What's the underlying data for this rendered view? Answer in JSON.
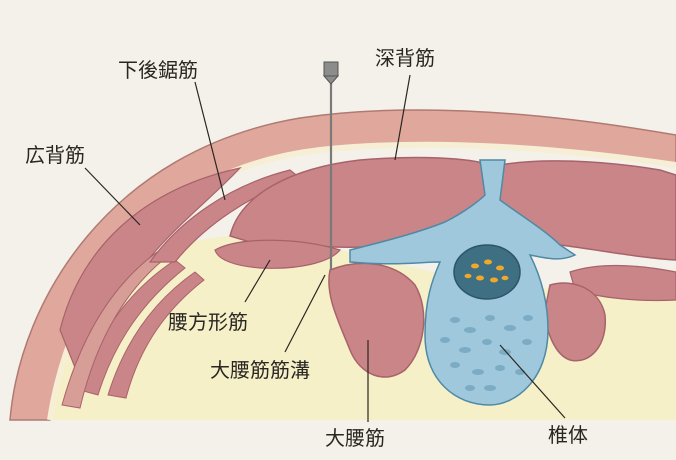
{
  "diagram": {
    "labels": {
      "latissimus": "広背筋",
      "serratus_posterior_inferior": "下後鋸筋",
      "deep_back_muscles": "深背筋",
      "quadratus_lumborum": "腰方形筋",
      "psoas_groove": "大腰筋筋溝",
      "psoas_major": "大腰筋",
      "vertebral_body": "椎体"
    },
    "colors": {
      "muscle": "#c98587",
      "muscle_dark": "#a8636a",
      "skin_band": "#e0a89c",
      "fascia": "#f6efd6",
      "background_cream": "#f5f0c8",
      "bone": "#9fc8dc",
      "bone_dark": "#4e8aa6",
      "spinal_canal": "#3f6f82",
      "spinal_dots": "#f0a82a",
      "needle": "#7a7a7a"
    }
  }
}
